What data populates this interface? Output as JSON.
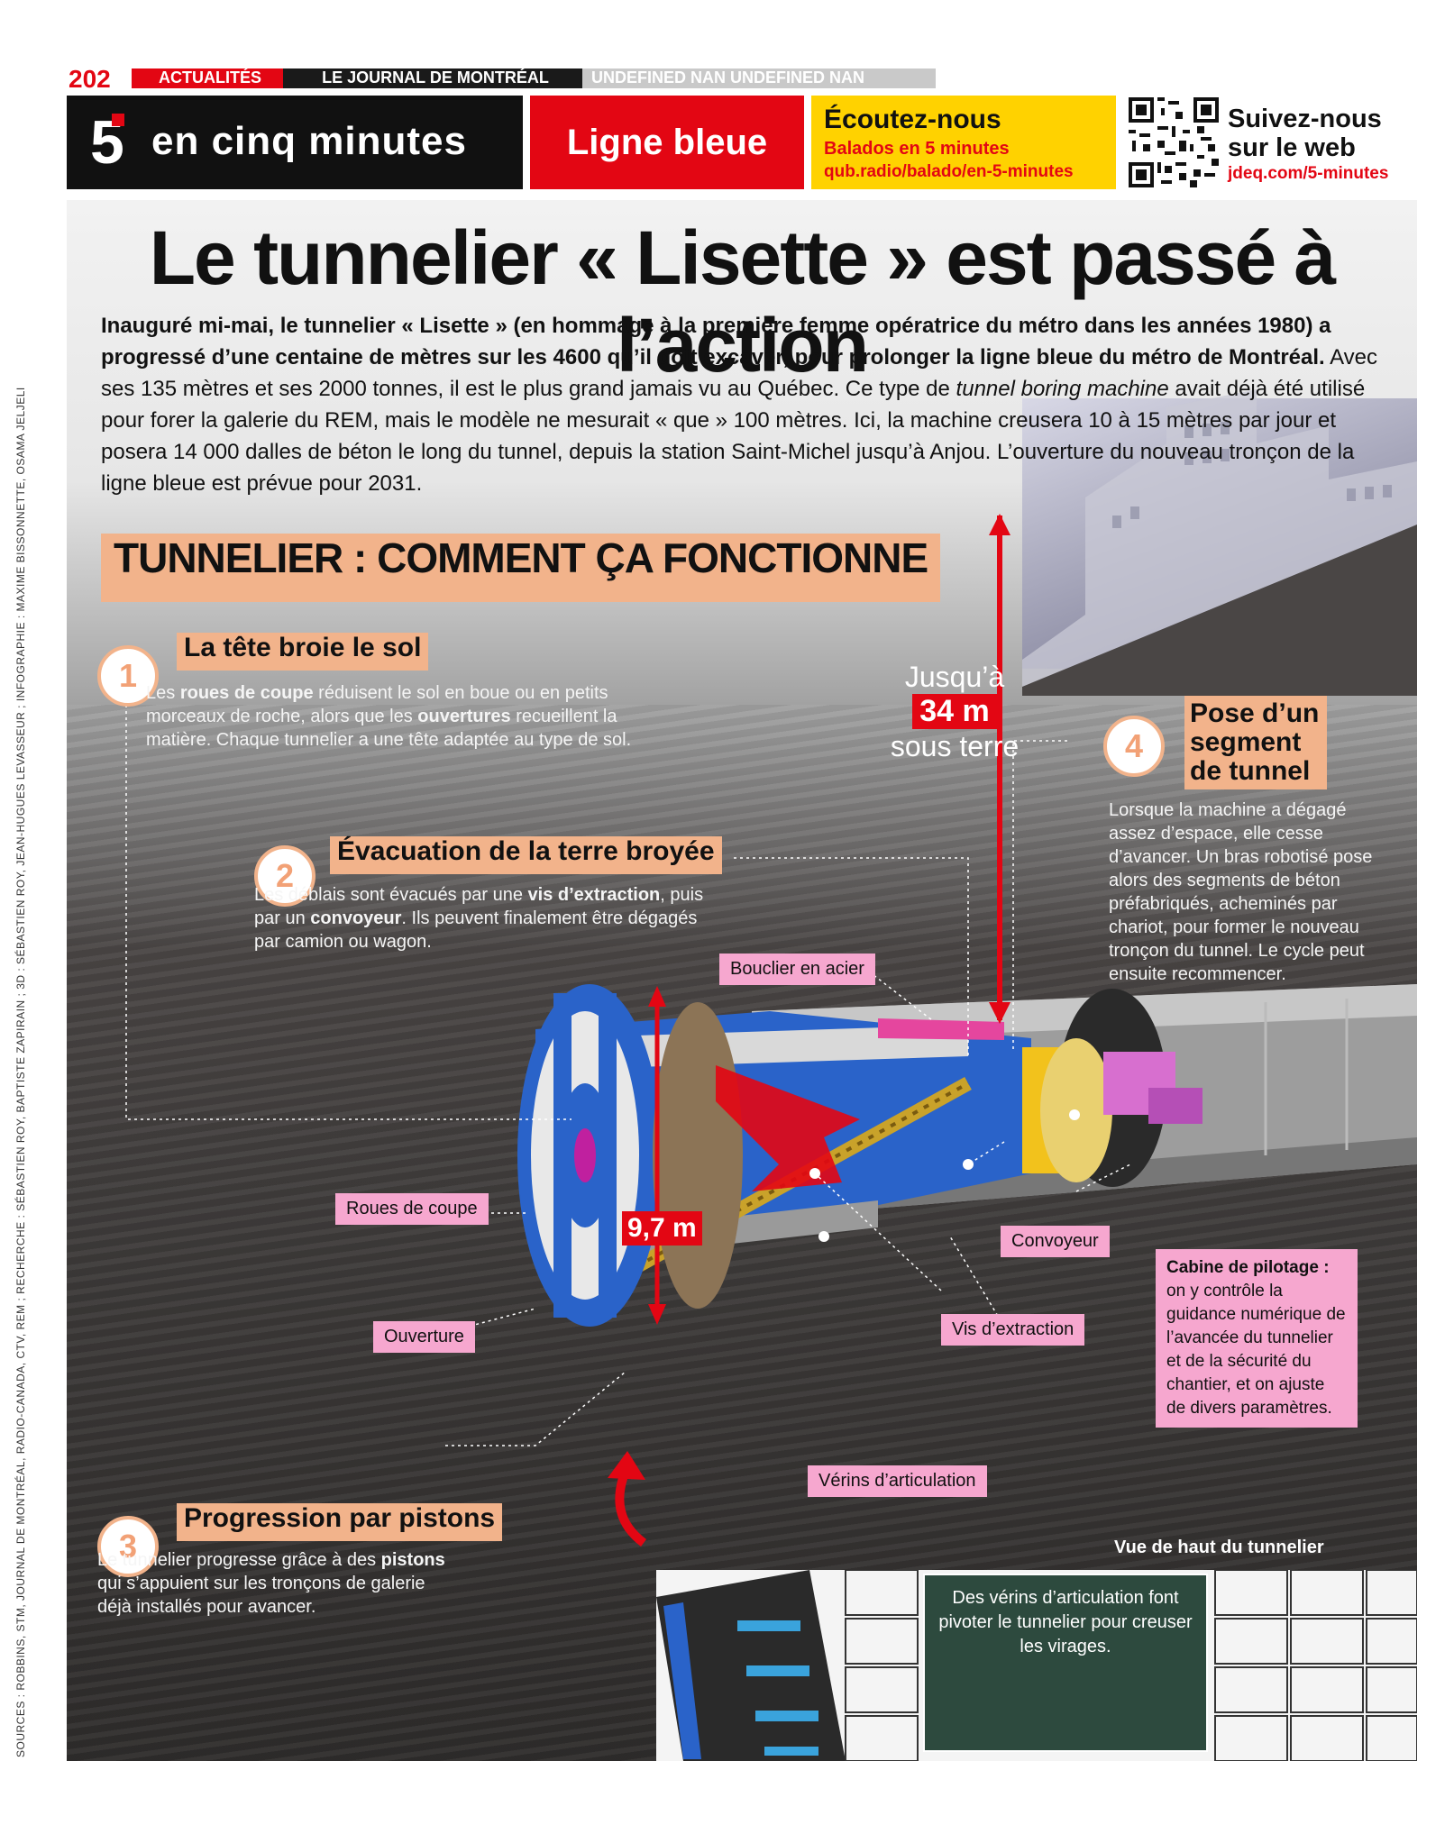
{
  "header": {
    "page_number": "202",
    "section": "ACTUALITÉS",
    "publication": "LE JOURNAL DE MONTRÉAL",
    "date": "UNDEFINED NAN UNDEFINED NAN"
  },
  "banner": {
    "logo_digit": "5",
    "title": "en cinq minutes",
    "topic": "Ligne bleue",
    "listen_title": "Écoutez-nous",
    "listen_sub": "Balados en 5 minutes",
    "listen_url": "qub.radio/balado/en-5-minutes",
    "follow_line1": "Suivez-nous",
    "follow_line2": "sur le web",
    "follow_url": "jdeq.com/5-minutes"
  },
  "article": {
    "title": "Le tunnelier « Lisette » est passé à l’action",
    "intro_bold": "Inauguré mi-mai, le tunnelier « Lisette » (en hommage à la première femme opératrice du métro dans les années 1980) a progressé d’une centaine de mètres sur les 4600 qu’il doit excaver, pour prolonger la ligne bleue du métro de Montréal.",
    "intro_text1": " Avec ses 135 mètres et ses 2000 tonnes, il est le plus grand jamais vu au Québec. Ce type de ",
    "intro_italic": "tunnel boring machine",
    "intro_text2": " avait déjà été utilisé pour forer la galerie du REM, mais le modèle ne mesurait « que » 100 mètres. Ici, la machine creusera 10 à 15 mètres par jour et posera 14 000 dalles de béton le long du tunnel, depuis la station Saint-Michel jusqu’à Anjou. L’ouverture du nouveau tronçon de la ligne bleue est prévue pour 2031."
  },
  "infographic": {
    "section_title": "TUNNELIER : COMMENT ÇA FONCTIONNE",
    "steps": [
      {
        "number": "1",
        "title": "La tête broie le sol",
        "t1": "Les ",
        "b1": "roues de coupe",
        "t2": " réduisent le sol en boue ou en petits morceaux de roche, alors que les ",
        "b2": "ouvertures",
        "t3": " recueillent la matière. Chaque tunnelier a une tête adaptée au type de sol."
      },
      {
        "number": "2",
        "title": "Évacuation de la terre broyée",
        "t1": "Les déblais sont évacués par une ",
        "b1": "vis d’extraction",
        "t2": ", puis par un ",
        "b2": "convoyeur",
        "t3": ". Ils peuvent finalement être dégagés par camion ou wagon."
      },
      {
        "number": "3",
        "title": "Progression par pistons",
        "t1": "Le tunnelier progresse grâce à des ",
        "b1": "pistons",
        "t2": " qui s’appuient sur les tronçons de galerie déjà installés pour avancer."
      },
      {
        "number": "4",
        "title": "Pose d’un segment de tunnel",
        "text": "Lorsque la machine a dégagé assez d’espace, elle cesse d’avancer. Un bras robotisé pose alors des segments de béton préfabriqués, acheminés par chariot, pour former le nouveau tronçon du tunnel. Le cycle peut ensuite recommencer."
      }
    ],
    "depth": {
      "prefix": "Jusqu’à",
      "value": "34 m",
      "suffix": "sous terre"
    },
    "diameter": "9,7 m",
    "labels": {
      "shield": "Bouclier en acier",
      "cutting_wheels": "Roues de coupe",
      "opening": "Ouverture",
      "conveyor": "Convoyeur",
      "screw": "Vis d’extraction",
      "jacks": "Vérins d’articulation"
    },
    "cabin": {
      "title": "Cabine de pilotage :",
      "text": " on y contrôle la guidance numérique de l’avancée du tunnelier et de la sécurité du chantier, et on ajuste de divers paramètres."
    },
    "top_view": {
      "title": "Vue de haut du tunnelier",
      "caption": "Des vérins d’articulation font pivoter le tunnelier pour creuser les virages."
    }
  },
  "credits": "SOURCES : ROBBINS, STM, JOURNAL DE MONTRÉAL, RADIO-CANADA, CTV, REM ; RECHERCHE : SÉBASTIEN ROY, BAPTISTE ZAPIRAIN ; 3D : SÉBASTIEN ROY, JEAN-HUGUES LEVASSEUR ; INFOGRAPHIE : MAXIME BISSONNETTE, OSAMA JELJELI",
  "colors": {
    "red": "#e30613",
    "yellow": "#ffd200",
    "salmon": "#f2b38b",
    "pink": "#f6a7cf",
    "blue_machine": "#2a63c9"
  }
}
